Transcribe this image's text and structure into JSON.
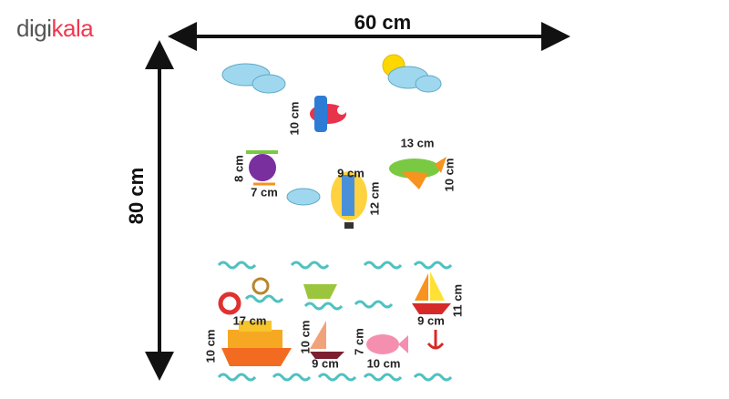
{
  "logo": {
    "text_a": "digi",
    "text_b": "kala"
  },
  "dimensions": {
    "width": "60 cm",
    "height": "80 cm"
  },
  "stickers": {
    "airplane_red": {
      "height": "10 cm"
    },
    "helicopter": {
      "height": "8 cm",
      "width": "7 cm"
    },
    "balloon": {
      "width": "9 cm",
      "height": "12 cm"
    },
    "airplane_green": {
      "width": "13 cm",
      "height": "10 cm"
    },
    "ship": {
      "width": "17 cm",
      "height": "10 cm"
    },
    "sailboat_small": {
      "height": "10 cm",
      "width": "9 cm"
    },
    "submarine": {
      "height": "7 cm",
      "width": "10 cm"
    },
    "sailboat_large": {
      "height": "11 cm",
      "width": "9 cm"
    }
  },
  "colors": {
    "brand": "#ef394e",
    "wave": "#4fc1c0",
    "cloud": "#9fd8ee"
  }
}
